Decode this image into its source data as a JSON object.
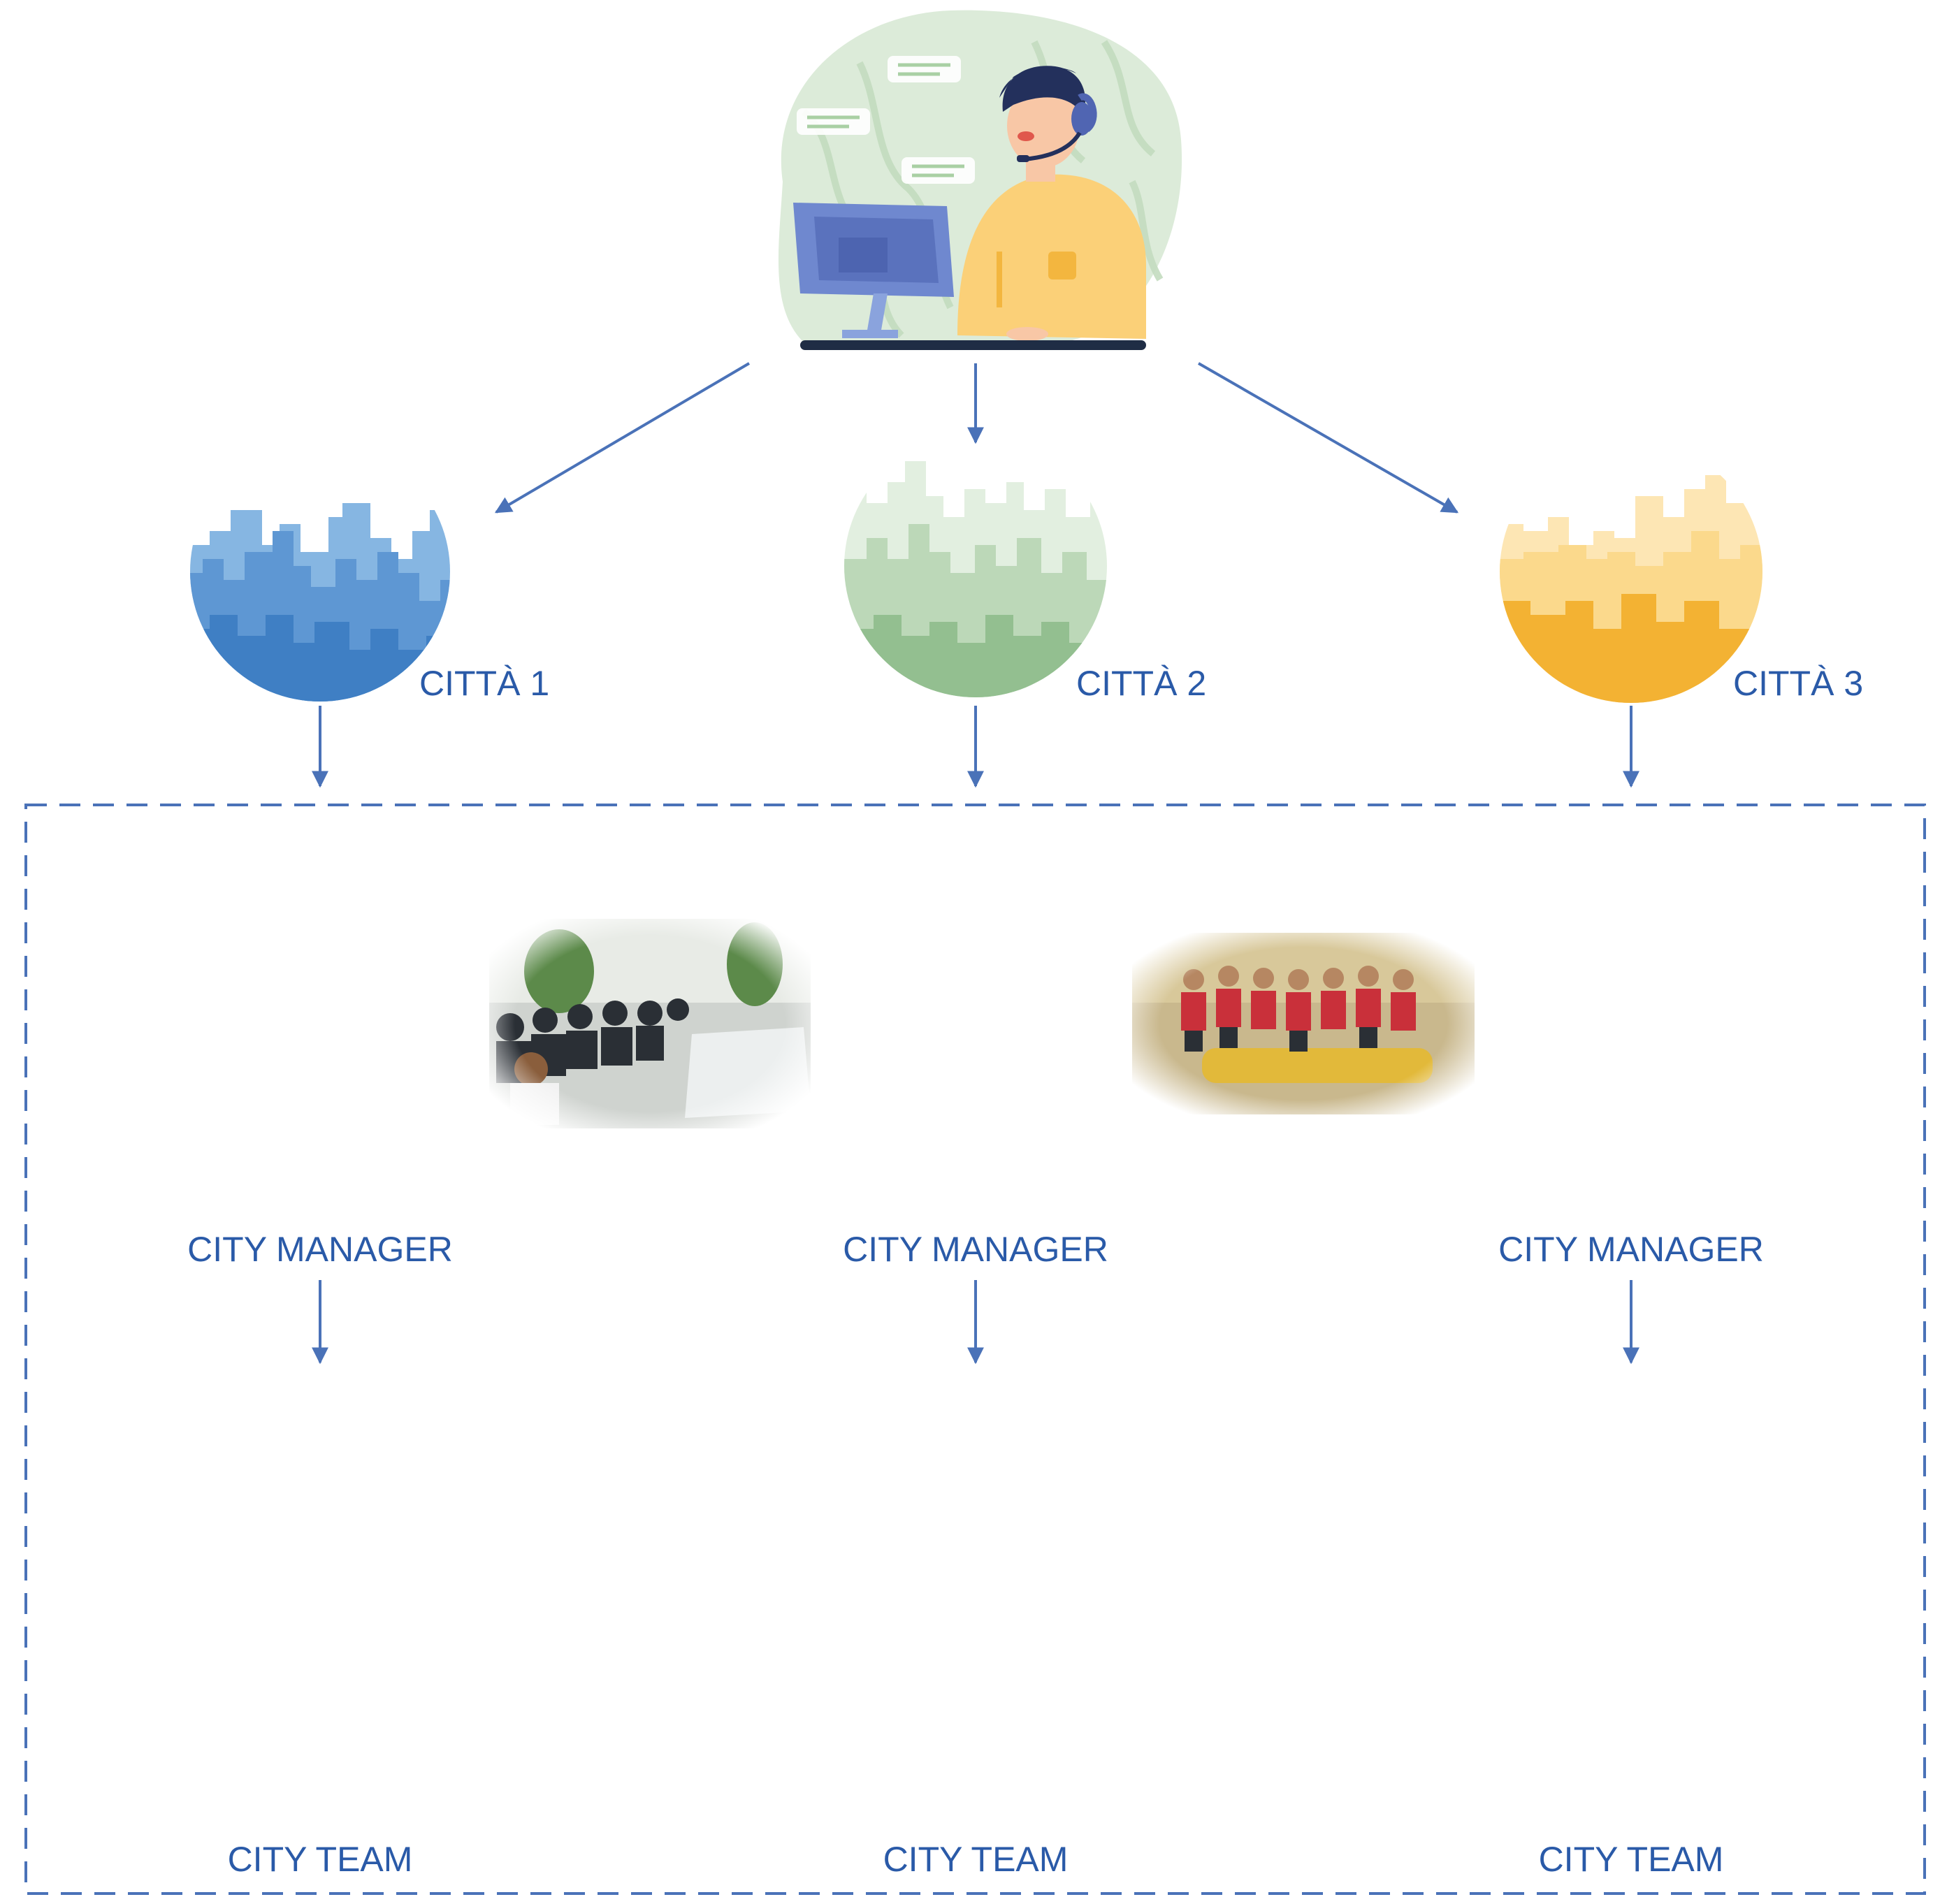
{
  "cities": [
    {
      "name": "CITTÀ 1",
      "color": "#3f7fc4",
      "light": "#86b6e2"
    },
    {
      "name": "CITTÀ 2",
      "color": "#93bf90",
      "light": "#cfe4cc"
    },
    {
      "name": "CITTÀ 3",
      "color": "#f3b233",
      "light": "#fbd98c"
    }
  ],
  "labels": {
    "manager": "CITY MANAGER",
    "team": "CITY TEAM"
  },
  "colors": {
    "label": "#2a5aa8",
    "arrow": "#4a72b8",
    "dashed_border": "#4a72b8",
    "manager_bg": "#fde6bf",
    "team_bg": "#e4eaf8"
  },
  "icons": {
    "operator": "support-operator-icon",
    "manager": "businessman-icon",
    "team": "workers-group-icon",
    "photo_meeting": "meeting-photo",
    "photo_rafting": "rafting-photo"
  }
}
